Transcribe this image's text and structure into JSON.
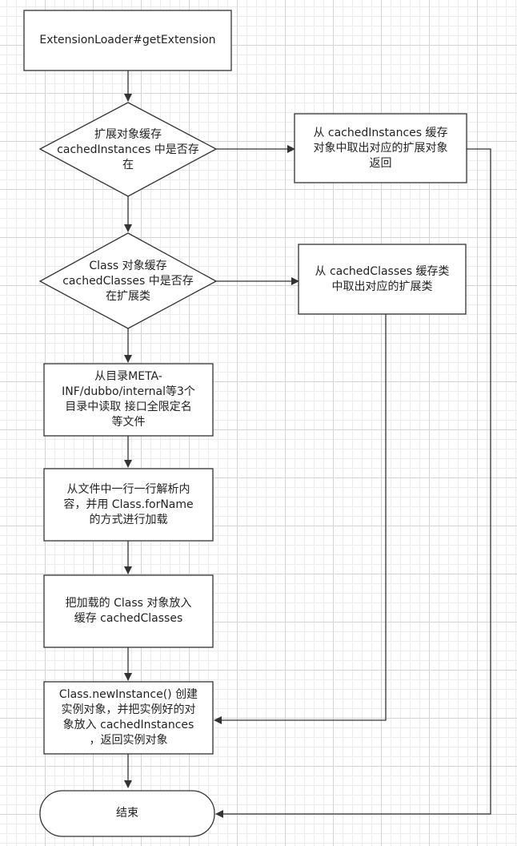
{
  "diagram": {
    "nodes": {
      "start": "ExtensionLoader#getExtension",
      "check_instances": "扩展对象缓存\ncachedInstances 中是否存\n在",
      "return_instance": "从 cachedInstances 缓存\n对象中取出对应的扩展对象\n返回",
      "check_classes": "Class 对象缓存\ncachedClasses 中是否存\n在扩展类",
      "get_class": "从 cachedClasses 缓存类\n中取出对应的扩展类",
      "read_files": "从目录META-\nINF/dubbo/internal等3个\n目录中读取 接口全限定名\n等文件",
      "parse_load": "从文件中一行一行解析内\n容，并用 Class.forName\n的方式进行加载",
      "cache_classes": "把加载的 Class 对象放入\n缓存 cachedClasses",
      "new_instance": "Class.newInstance() 创建\n实例对象，并把实例好的对\n象放入 cachedInstances\n，返回实例对象",
      "end": "结束"
    }
  }
}
